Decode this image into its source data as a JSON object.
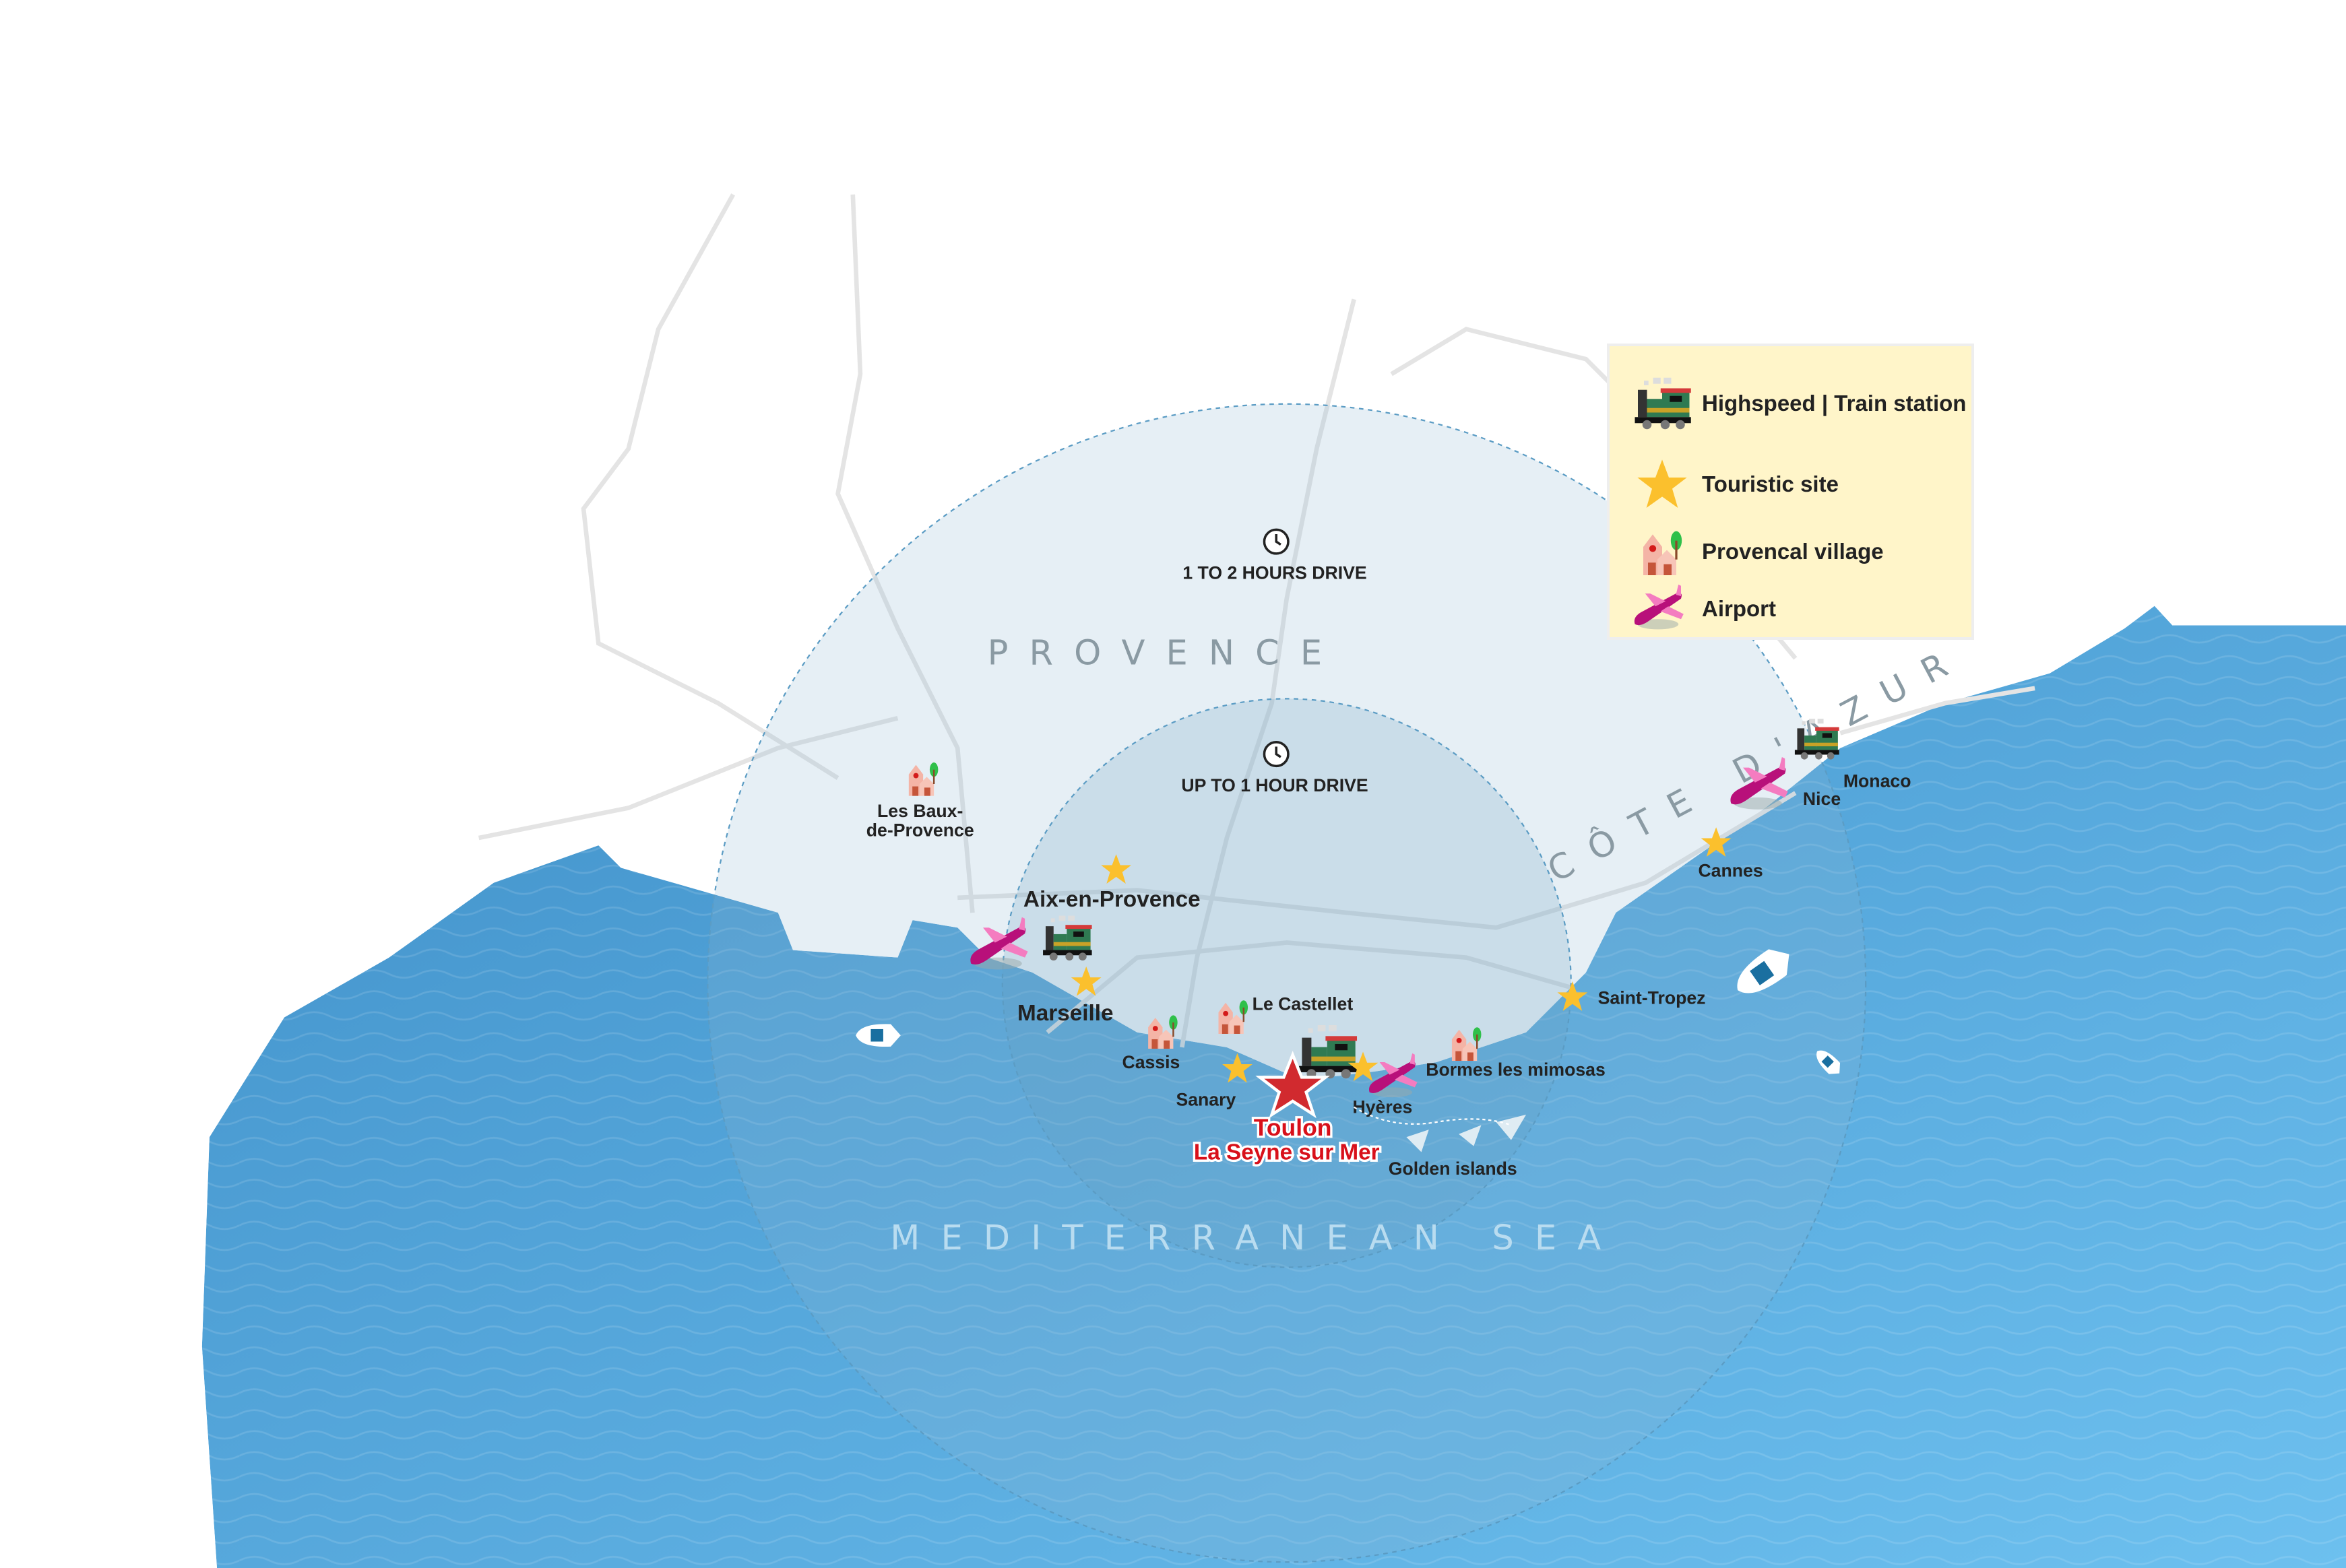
{
  "map": {
    "regions": {
      "provence": "PROVENCE",
      "cote_dazur": "CÔTE D'AZUR",
      "sea": "MEDITERRANEAN SEA"
    },
    "drive_zones": [
      {
        "label": "1 TO 2 HOURS DRIVE",
        "icon": "clock-icon"
      },
      {
        "label": "UP TO 1 HOUR DRIVE",
        "icon": "clock-icon"
      }
    ],
    "places": {
      "les_baux_1": "Les Baux-",
      "les_baux_2": "de-Provence",
      "aix": "Aix-en-Provence",
      "marseille": "Marseille",
      "cassis": "Cassis",
      "le_castellet": "Le Castellet",
      "sanary": "Sanary",
      "hyeres": "Hyères",
      "bormes": "Bormes les mimosas",
      "golden_islands": "Golden islands",
      "saint_tropez": "Saint-Tropez",
      "cannes": "Cannes",
      "nice": "Nice",
      "monaco": "Monaco"
    },
    "home": {
      "line1": "Toulon",
      "line2": "La Seyne sur Mer",
      "color": "#d8101a"
    },
    "colors": {
      "sea": "#5aa8da",
      "land": "#ffffff",
      "star": "#fbc02d",
      "plane": "#c2127f"
    }
  },
  "legend": {
    "items": [
      {
        "label": "Highspeed | Train station",
        "icon": "train-icon"
      },
      {
        "label": "Touristic site",
        "icon": "star-icon"
      },
      {
        "label": "Provencal village",
        "icon": "village-icon"
      },
      {
        "label": "Airport",
        "icon": "airplane-icon"
      }
    ]
  }
}
